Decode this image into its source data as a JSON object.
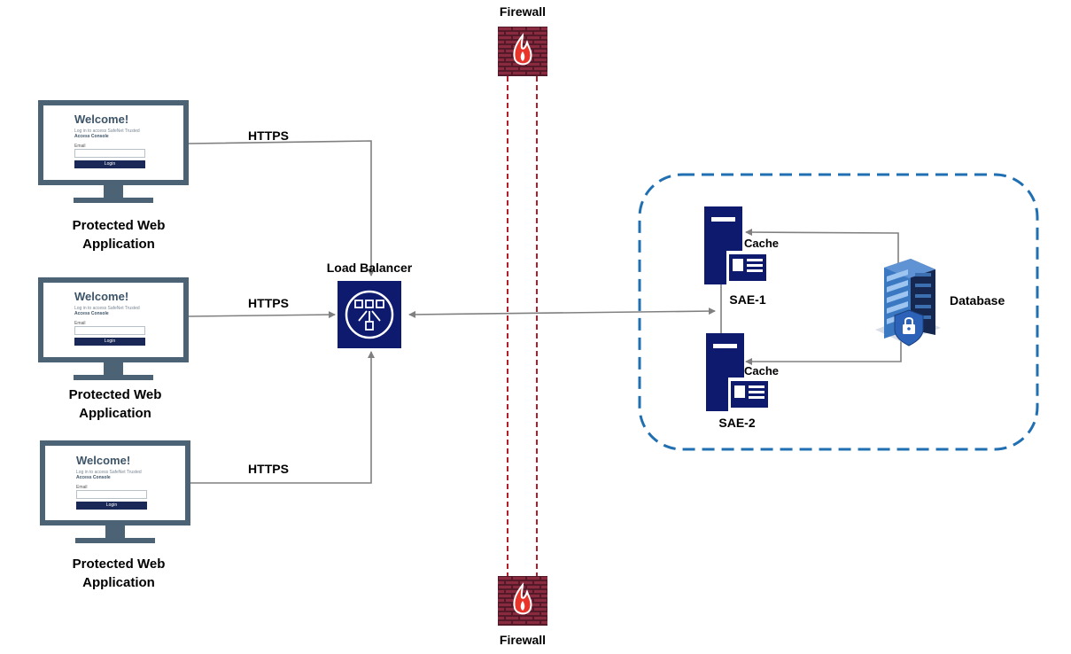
{
  "firewall": {
    "top_label": "Firewall",
    "bottom_label": "Firewall"
  },
  "load_balancer": {
    "label": "Load Balancer"
  },
  "apps": [
    {
      "title": "Protected Web Application",
      "link_label": "HTTPS",
      "screen": {
        "welcome": "Welcome!",
        "line1": "Log in to access SafeNet Trusted",
        "line2": "Access Console",
        "email_label": "Email",
        "login_button": "Login"
      }
    },
    {
      "title": "Protected Web Application",
      "link_label": "HTTPS",
      "screen": {
        "welcome": "Welcome!",
        "line1": "Log in to access SafeNet Trusted",
        "line2": "Access Console",
        "email_label": "Email",
        "login_button": "Login"
      }
    },
    {
      "title": "Protected Web Application",
      "link_label": "HTTPS",
      "screen": {
        "welcome": "Welcome!",
        "line1": "Log in to access SafeNet Trusted",
        "line2": "Access Console",
        "email_label": "Email",
        "login_button": "Login"
      }
    }
  ],
  "servers": [
    {
      "name": "SAE-1",
      "cache_label": "Cache"
    },
    {
      "name": "SAE-2",
      "cache_label": "Cache"
    }
  ],
  "database": {
    "label": "Database"
  },
  "colors": {
    "navy": "#0d1a6e",
    "firewall_red": "#b41e2a",
    "brick": "#6b2335",
    "zone_border": "#1f6fb2",
    "connector": "#808080",
    "monitor": "#4b6375"
  }
}
